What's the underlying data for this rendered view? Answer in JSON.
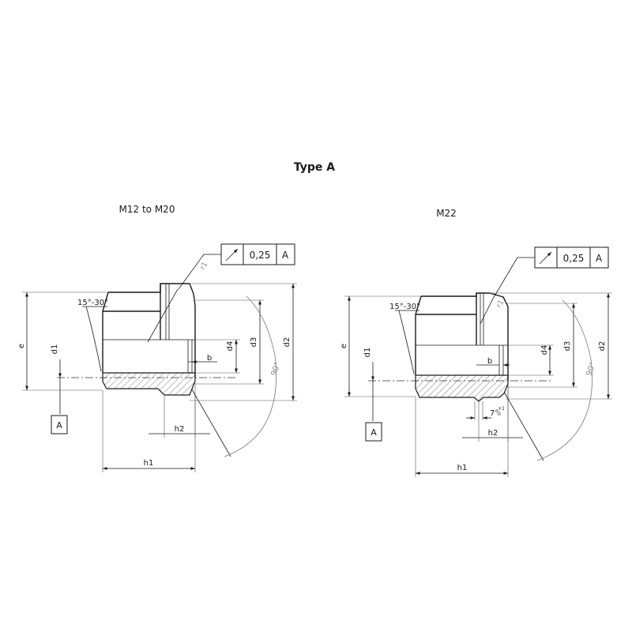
{
  "title": "Type A",
  "views": [
    {
      "caption": "M12 to M20",
      "tolerance_frame": {
        "value": "0,25",
        "datum": "A"
      },
      "datum_box": "A",
      "chamfer_angle": "15°-30°",
      "cone_angle": "90°",
      "labels": {
        "e": "e",
        "d1": "d1",
        "d2": "d2",
        "d3": "d3",
        "d4": "d4",
        "b": "b",
        "h1": "h1",
        "h2": "h2",
        "r1": "r1"
      }
    },
    {
      "caption": "M22",
      "tolerance_frame": {
        "value": "0,25",
        "datum": "A"
      },
      "datum_box": "A",
      "chamfer_angle": "15°-30°",
      "cone_angle": "90°",
      "groove_angle": "7°",
      "groove_tolerance_upper": "+1",
      "groove_tolerance_lower": "0",
      "labels": {
        "e": "e",
        "d1": "d1",
        "d2": "d2",
        "d3": "d3",
        "d4": "d4",
        "b": "b",
        "h1": "h1",
        "h2": "h2",
        "r1": "r1"
      }
    }
  ]
}
